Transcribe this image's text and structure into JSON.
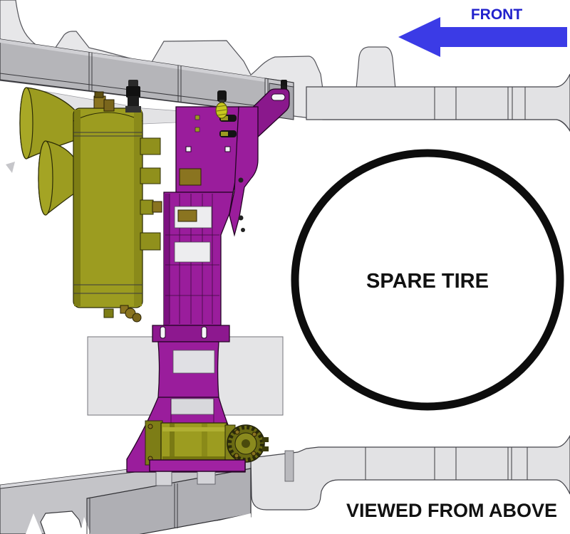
{
  "labels": {
    "front": "FRONT",
    "spare_tire": "SPARE TIRE",
    "view_note": "VIEWED FROM ABOVE"
  },
  "colors": {
    "arrow_blue": "#3B3BE6",
    "front_text": "#2222CC",
    "label_text": "#111111",
    "tire_outline": "#0D0D0D",
    "bracket_purple": "#9A1D9C",
    "bracket_purple_dark": "#7C1180",
    "horn_olive": "#9C9C20",
    "olive_dark": "#6E6E12",
    "brass": "#8A7420",
    "frame_gray": "#B5B5B9",
    "frame_light": "#E7E7E9"
  }
}
